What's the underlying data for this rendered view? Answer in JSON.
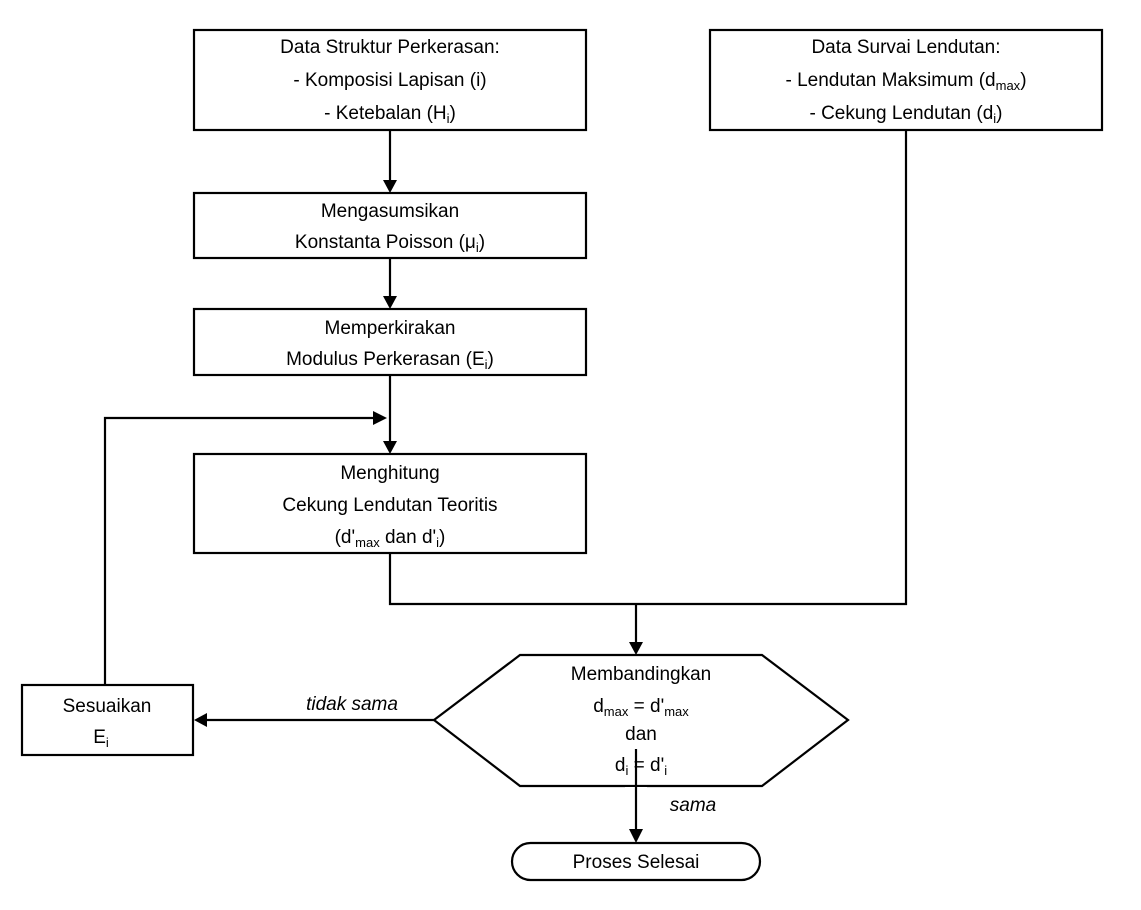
{
  "nodes": {
    "struktur": {
      "title": "Data Struktur Perkerasan:",
      "line1": "- Komposisi Lapisan (i)",
      "line2_pre": "- Ketebalan (H",
      "line2_sub": "i",
      "line2_post": ")"
    },
    "survai": {
      "title": "Data Survai Lendutan:",
      "line1_pre": "- Lendutan Maksimum (d",
      "line1_sub": "max",
      "line1_post": ")",
      "line2_pre": "- Cekung Lendutan (d",
      "line2_sub": "i",
      "line2_post": ")"
    },
    "poisson": {
      "line1": "Mengasumsikan",
      "line2_pre": "Konstanta Poisson (μ",
      "line2_sub": "i",
      "line2_post": ")"
    },
    "modulus": {
      "line1": "Memperkirakan",
      "line2_pre": "Modulus Perkerasan (E",
      "line2_sub": "i",
      "line2_post": ")"
    },
    "hitung": {
      "line1": "Menghitung",
      "line2": "Cekung Lendutan Teoritis",
      "line3_a": "(d'",
      "line3_sub1": "max",
      "line3_b": " dan d'",
      "line3_sub2": "i",
      "line3_c": ")"
    },
    "banding": {
      "line1": "Membandingkan",
      "line2_a": "d",
      "line2_sub1": "max",
      "line2_b": " = d'",
      "line2_sub2": "max",
      "line3": "dan",
      "line4_a": "d",
      "line4_sub1": "i",
      "line4_b": " = d'",
      "line4_sub2": "i"
    },
    "sesuaikan": {
      "line1": "Sesuaikan",
      "line2_pre": "E",
      "line2_sub": "i"
    },
    "selesai": {
      "label": "Proses Selesai"
    }
  },
  "edges": {
    "tidak_sama": "tidak sama",
    "sama": "sama"
  }
}
